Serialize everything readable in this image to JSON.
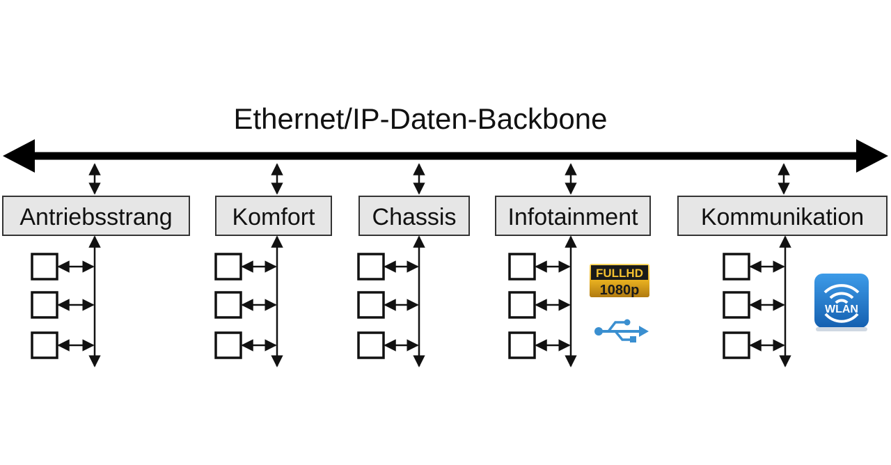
{
  "title": "Ethernet/IP-Daten-Backbone",
  "domains": [
    {
      "label": "Antriebsstrang"
    },
    {
      "label": "Komfort"
    },
    {
      "label": "Chassis"
    },
    {
      "label": "Infotainment"
    },
    {
      "label": "Kommunikation"
    }
  ],
  "icons": {
    "fullhd": {
      "top": "FULLHD",
      "bottom": "1080p"
    },
    "usb": {
      "name": "usb-icon"
    },
    "wlan": {
      "label": "WLAN"
    }
  },
  "colors": {
    "backbone": "#000000",
    "box_fill": "#e6e6e6",
    "hd_gold": "#e8b020",
    "usb_blue": "#3a8fd0",
    "wlan_blue": "#1e74c8"
  }
}
